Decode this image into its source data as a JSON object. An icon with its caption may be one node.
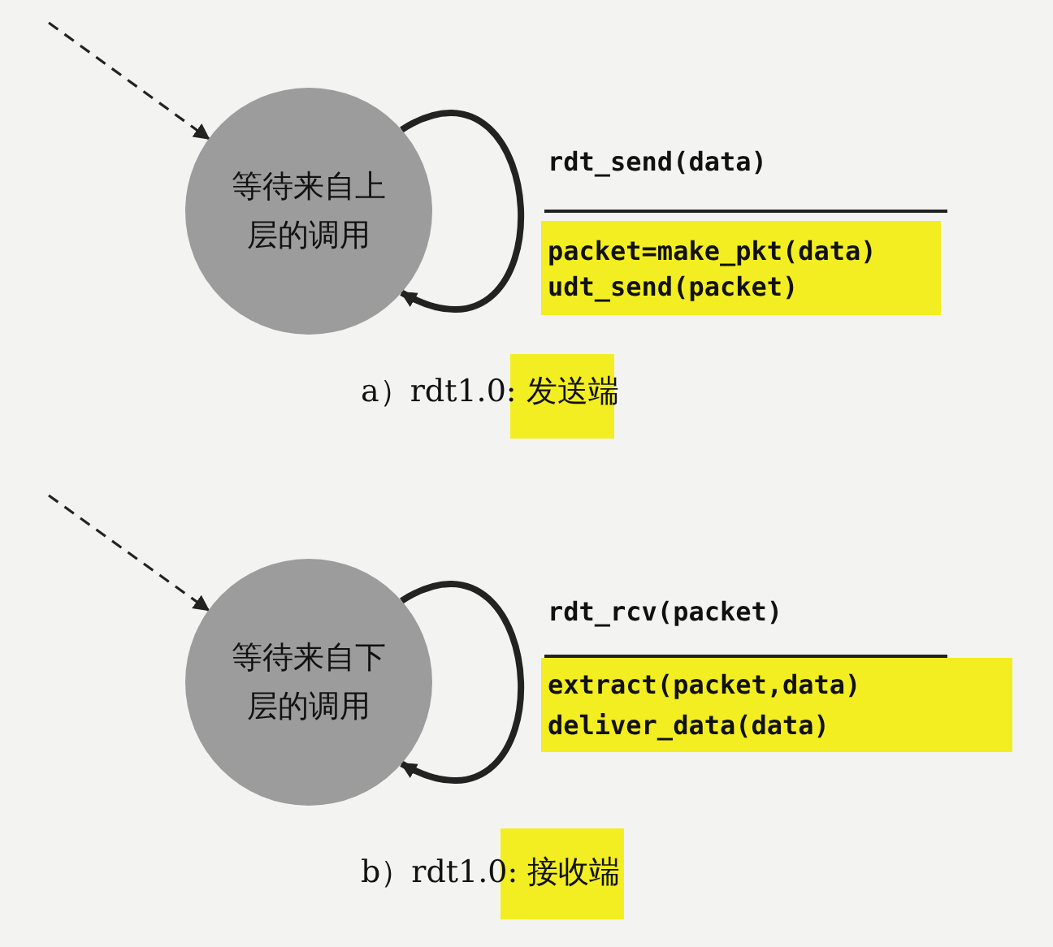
{
  "diagram": {
    "nodes": [
      {
        "text": [
          "等待来自上层的调用"
        ]
      },
      {
        "text": [
          "等待来自下层的调用"
        ]
      }
    ],
    "edges": [
      {
        "from": null,
        "to": 0,
        "arrow": "to",
        "style": "dashed"
      },
      {
        "from": 0,
        "to": 0,
        "arrow": "to",
        "style": "thick"
      },
      {
        "from": null,
        "to": 1,
        "arrow": "to",
        "style": "dashed"
      },
      {
        "from": 1,
        "to": 1,
        "arrow": "to",
        "style": "thick"
      }
    ],
    "labels": [
      "rdt_send(data)",
      "packet=make_pkt(data)",
      "udt_send(packet)",
      "a）rdt1.0: 发送端",
      "rdt_rcv(packet)",
      "extract(packet,data)",
      "deliver_data(data)",
      "b）rdt1.0: 接收端"
    ]
  }
}
